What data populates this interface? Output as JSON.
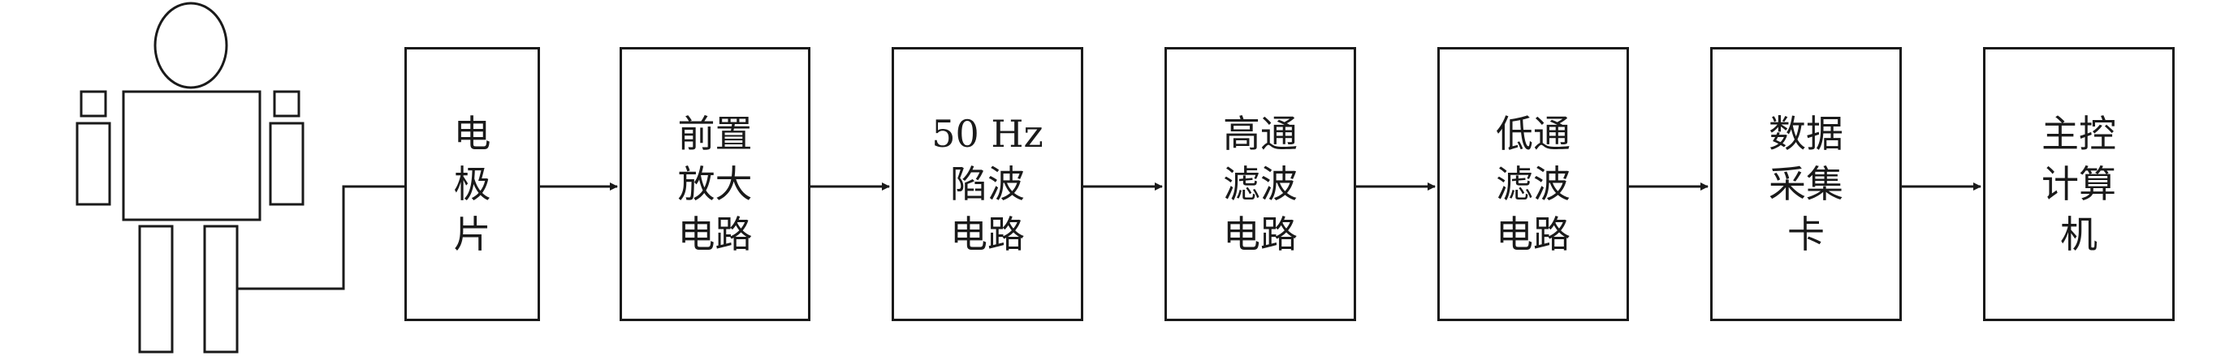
{
  "colors": {
    "line": "#1a1a1a",
    "background": "#ffffff"
  },
  "figure": {
    "icon": "human-figure-icon"
  },
  "stages": [
    {
      "id": "electrode",
      "label": "电\n极\n片"
    },
    {
      "id": "preamplifier",
      "label": "前置\n放大\n电路"
    },
    {
      "id": "notch-filter",
      "label": "50 Hz\n陷波\n电路"
    },
    {
      "id": "highpass-filter",
      "label": "高通\n滤波\n电路"
    },
    {
      "id": "lowpass-filter",
      "label": "低通\n滤波\n电路"
    },
    {
      "id": "daq-card",
      "label": "数据\n采集\n卡"
    },
    {
      "id": "host-computer",
      "label": "主控\n计算\n机"
    }
  ]
}
